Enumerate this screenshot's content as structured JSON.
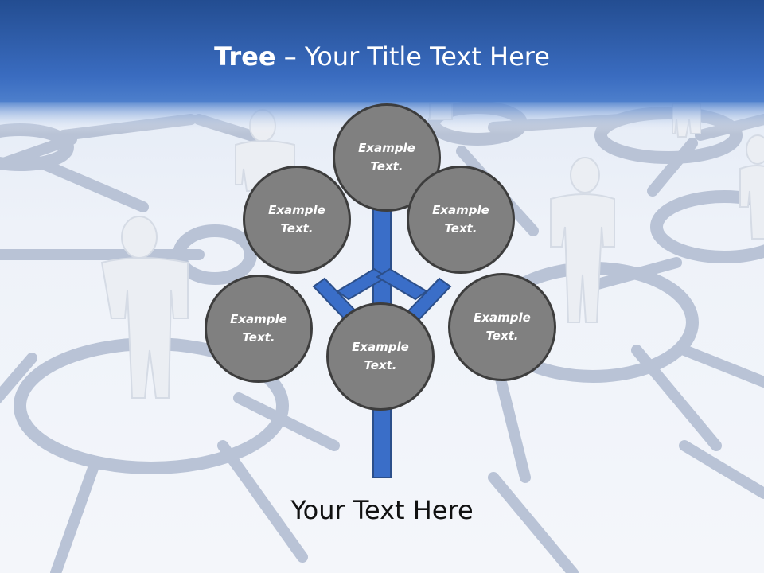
{
  "title": {
    "bold": "Tree",
    "rest": " – Your Title Text Here"
  },
  "nodes": [
    {
      "id": "top",
      "text": "Example Text."
    },
    {
      "id": "upper-left",
      "text": "Example Text."
    },
    {
      "id": "upper-right",
      "text": "Example Text."
    },
    {
      "id": "lower-left",
      "text": "Example Text."
    },
    {
      "id": "center",
      "text": "Example Text."
    },
    {
      "id": "lower-right",
      "text": "Example Text."
    }
  ],
  "caption": "Your Text Here",
  "colors": {
    "header": "#2f63ae",
    "trunk": "#3a6ec8",
    "node_fill": "#808080",
    "node_border": "#3d3d3d"
  },
  "icons": [
    "people-figure-icon",
    "network-ring-icon"
  ]
}
